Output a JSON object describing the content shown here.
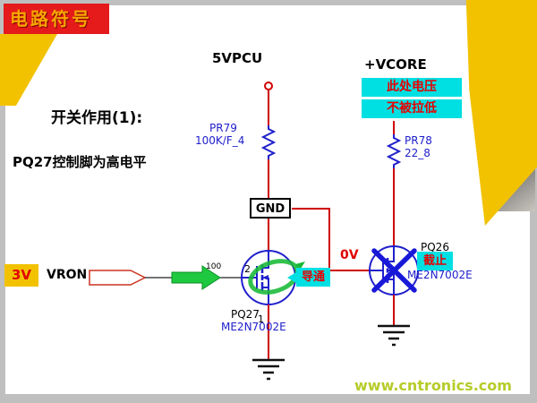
{
  "slide": {
    "title": "电路符号",
    "heading1": "开关作用(1):",
    "heading2": "PQ27控制脚为高电平",
    "watermark": "www.cntronics.com"
  },
  "nets": {
    "supply_left": "5VPCU",
    "supply_right": "+VCORE",
    "gnd": "GND",
    "signal": "VRON",
    "input_voltage": "3V",
    "drain_voltage": "0V"
  },
  "components": {
    "r_left": {
      "ref": "PR79",
      "value": "100K/F_4"
    },
    "r_right": {
      "ref": "PR78",
      "value": "22_8"
    },
    "q_left": {
      "ref": "PQ27",
      "part": "ME2N7002E",
      "pin_gate": "2",
      "pin_source": "1",
      "gate_value": "100"
    },
    "q_right": {
      "ref": "PQ26",
      "part": "ME2N7002E"
    }
  },
  "callouts": {
    "on_state": "导通",
    "off_state": "截止",
    "note_line1": "此处电压",
    "note_line2": "不被拉低"
  },
  "colors": {
    "wire_red": "#cf0000",
    "symbol_blue": "#2020cc",
    "highlight_cyan": "#00dfe2",
    "green": "#1fc93f",
    "banner_red": "#e41a1b",
    "banner_text": "#f7a600",
    "decor_yellow": "#f2c200",
    "watermark_green": "#b7cc2a"
  }
}
